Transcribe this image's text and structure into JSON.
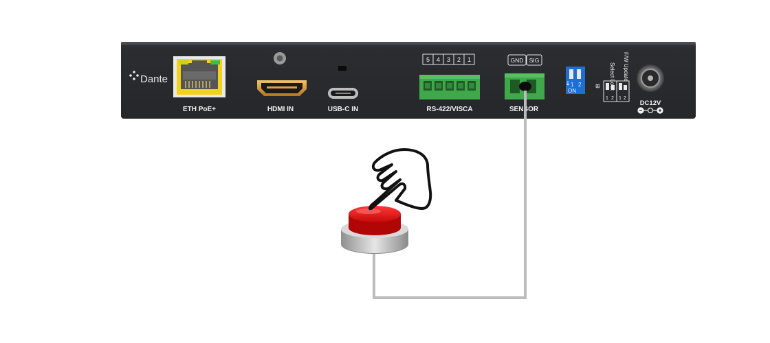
{
  "device": {
    "brand_label": "Dante",
    "ports": {
      "eth": "ETH PoE+",
      "hdmi": "HDMI IN",
      "usbc": "USB-C IN",
      "rs422": "RS-422/VISCA",
      "sensor": "SENSOR",
      "dc": "DC12V"
    },
    "rs422_pins": [
      "5",
      "4",
      "3",
      "2",
      "1"
    ],
    "sensor_pins": [
      "GND",
      "SIG"
    ],
    "dip": {
      "numbers": [
        "1",
        "2"
      ],
      "on_label": "ON"
    },
    "fw": {
      "update_label": "F/W Update",
      "select_label": "Select Lock",
      "pins": [
        "1",
        "2"
      ]
    }
  },
  "colors": {
    "panel": "#2b2d31",
    "button_red": "#e01010",
    "cable": "#bcbcbc",
    "terminal_green": "#3fa84a",
    "eth_yellow": "#f3d21b",
    "dip_blue": "#1c6fd6"
  }
}
